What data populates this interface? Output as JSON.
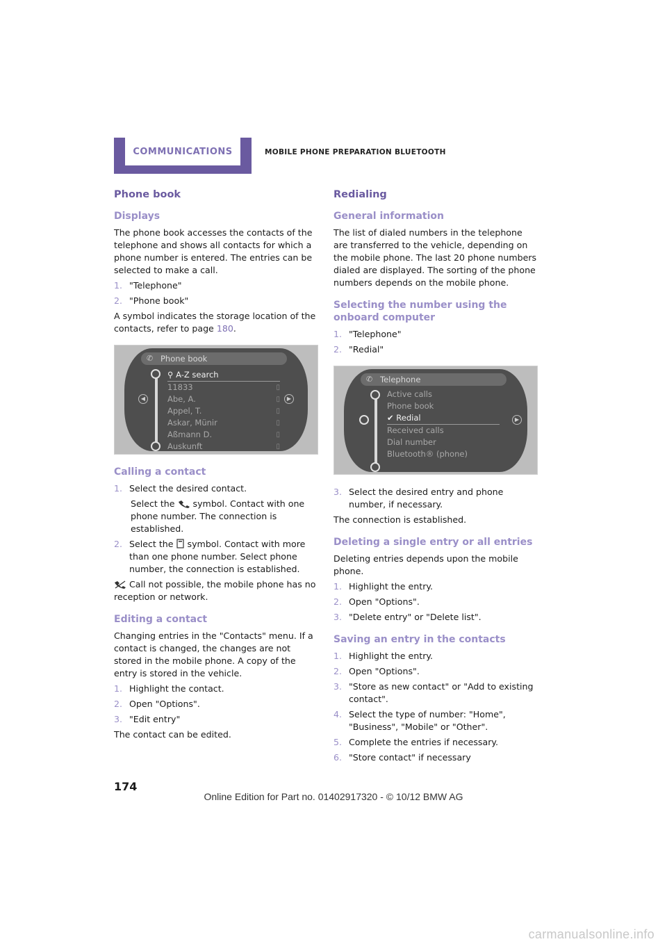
{
  "header": {
    "section": "COMMUNICATIONS",
    "title": "MOBILE PHONE PREPARATION BLUETOOTH"
  },
  "left": {
    "h_phonebook": "Phone book",
    "h_displays": "Displays",
    "displays_p": "The phone book accesses the contacts of the telephone and shows all contacts for which a phone number is entered. The entries can be selected to make a call.",
    "displays_steps": [
      {
        "n": "1.",
        "t": "\"Telephone\""
      },
      {
        "n": "2.",
        "t": "\"Phone book\""
      }
    ],
    "symbol_p_a": "A symbol indicates the storage location of the contacts, refer to page ",
    "symbol_p_link": "180",
    "symbol_p_b": ".",
    "screen1": {
      "title": "Phone book",
      "items": [
        "A-Z search",
        "11833",
        "Abe, A.",
        "Appel, T.",
        "Askar, Münir",
        "Aßmann D.",
        "Auskunft"
      ]
    },
    "h_calling": "Calling a contact",
    "calling_1_n": "1.",
    "calling_1_t": "Select the desired contact.",
    "calling_1_sub_a": "Select the ",
    "calling_1_sub_b": " symbol. Contact with one phone number. The connection is established.",
    "calling_2_n": "2.",
    "calling_2_a": "Select the ",
    "calling_2_b": " symbol. Contact with more than one phone number. Select phone number, the connection is established.",
    "call_not_possible": " Call not possible, the mobile phone has no reception or network.",
    "h_editing": "Editing a contact",
    "editing_p": "Changing entries in the \"Contacts\" menu. If a contact is changed, the changes are not stored in the mobile phone. A copy of the entry is stored in the vehicle.",
    "editing_steps": [
      {
        "n": "1.",
        "t": "Highlight the contact."
      },
      {
        "n": "2.",
        "t": "Open \"Options\"."
      },
      {
        "n": "3.",
        "t": "\"Edit entry\""
      }
    ],
    "editing_end": "The contact can be edited."
  },
  "right": {
    "h_redialing": "Redialing",
    "h_general": "General information",
    "general_p": "The list of dialed numbers in the telephone are transferred to the vehicle, depending on the mobile phone. The last 20 phone numbers dialed are displayed. The sorting of the phone numbers depends on the mobile phone.",
    "h_selecting": "Selecting the number using the onboard computer",
    "selecting_steps": [
      {
        "n": "1.",
        "t": "\"Telephone\""
      },
      {
        "n": "2.",
        "t": "\"Redial\""
      }
    ],
    "screen2": {
      "title": "Telephone",
      "items": [
        "Active calls",
        "Phone book",
        "Redial",
        "Received calls",
        "Dial number",
        "Bluetooth® (phone)"
      ]
    },
    "selecting_3_n": "3.",
    "selecting_3_t": "Select the desired entry and phone number, if necessary.",
    "selecting_end": "The connection is established.",
    "h_deleting": "Deleting a single entry or all entries",
    "deleting_p": "Deleting entries depends upon the mobile phone.",
    "deleting_steps": [
      {
        "n": "1.",
        "t": "Highlight the entry."
      },
      {
        "n": "2.",
        "t": "Open \"Options\"."
      },
      {
        "n": "3.",
        "t": "\"Delete entry\" or \"Delete list\"."
      }
    ],
    "h_saving": "Saving an entry in the contacts",
    "saving_steps": [
      {
        "n": "1.",
        "t": "Highlight the entry."
      },
      {
        "n": "2.",
        "t": "Open \"Options\"."
      },
      {
        "n": "3.",
        "t": "\"Store as new contact\" or \"Add to existing contact\"."
      },
      {
        "n": "4.",
        "t": "Select the type of number: \"Home\", \"Business\", \"Mobile\" or \"Other\"."
      },
      {
        "n": "5.",
        "t": "Complete the entries if necessary."
      },
      {
        "n": "6.",
        "t": "\"Store contact\" if necessary"
      }
    ]
  },
  "page_number": "174",
  "footer": "Online Edition for Part no. 01402917320 - © 10/12 BMW AG",
  "watermark": "carmanualsonline.info",
  "colors": {
    "accent": "#6a5aa0",
    "heading_light": "#9a8fc8"
  }
}
